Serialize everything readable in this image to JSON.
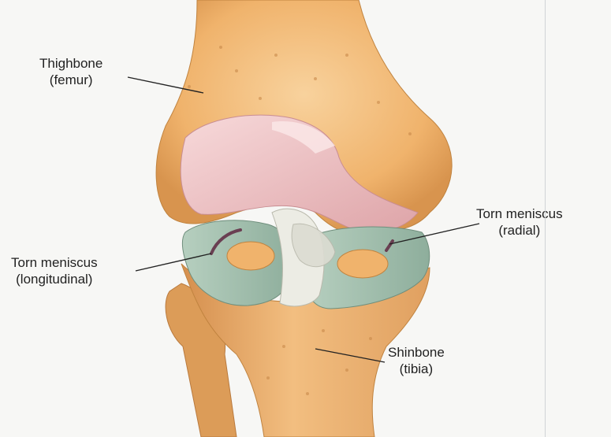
{
  "labels": {
    "femur": {
      "line1": "Thighbone",
      "line2": "(femur)"
    },
    "radial": {
      "line1": "Torn meniscus",
      "line2": "(radial)"
    },
    "longitudinal": {
      "line1": "Torn meniscus",
      "line2": "(longitudinal)"
    },
    "tibia": {
      "line1": "Shinbone",
      "line2": "(tibia)"
    }
  },
  "colors": {
    "bone": "#f0b36c",
    "bone_light": "#f6ce95",
    "cartilage": "#ebb5b8",
    "meniscus": "#9fbcab",
    "ligament": "#ecece4",
    "leader": "#222222"
  }
}
